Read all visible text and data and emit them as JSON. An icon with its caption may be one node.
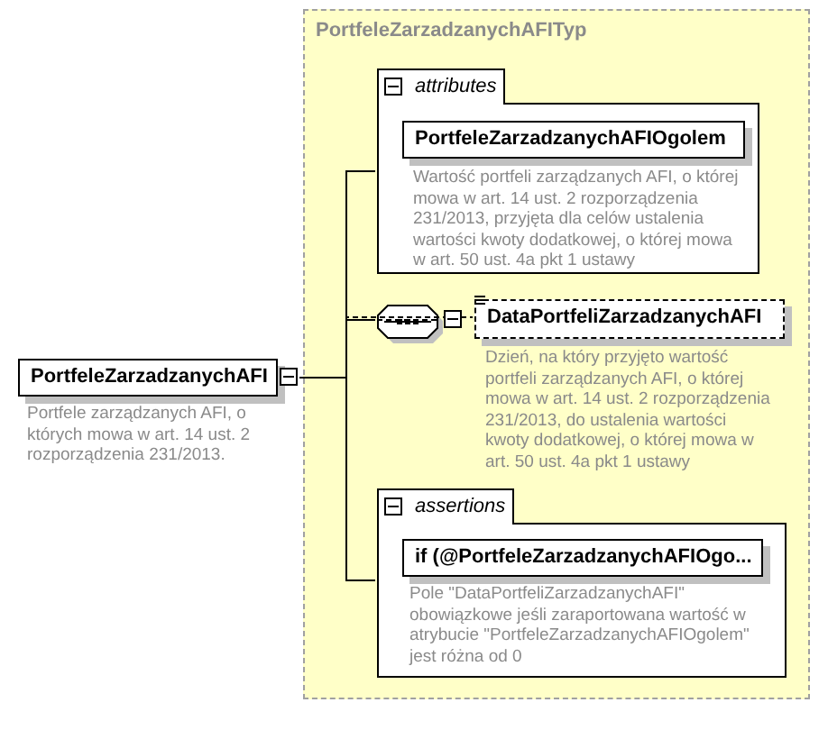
{
  "diagram": {
    "nodes": [
      {
        "text": [
          "PortfeleZarzadzanychAFI"
        ],
        "beside": [
          "Portfele zarządzanych AFI, o których mowa w art. 14 ust. 2 rozporządzenia 231/2013."
        ]
      },
      {
        "text": [
          "PortfeleZarzadzanychAFITyp"
        ]
      },
      {
        "text": [
          "attributes"
        ],
        "in": 1
      },
      {
        "text": [
          "PortfeleZarzadzanychAFIOgolem"
        ],
        "in": 2,
        "beside": [
          "Wartość portfeli zarządzanych AFI, o której mowa w art. 14 ust. 2 rozporządzenia 231/2013, przyjęta dla celów ustalenia wartości kwoty dodatkowej, o której mowa w art. 50 ust. 4a pkt 1 ustawy"
        ]
      },
      {
        "text": [],
        "shape": "octagon",
        "in": 1
      },
      {
        "text": [
          "DataPortfeliZarzadzanychAFI"
        ],
        "in": 1,
        "beside": [
          "Dzień, na który przyjęto wartość portfeli zarządzanych AFI, o której mowa w art. 14 ust. 2 rozporządzenia 231/2013, do ustalenia wartości kwoty dodatkowej, o której mowa w art. 50 ust. 4a pkt 1 ustawy"
        ]
      },
      {
        "text": [
          "assertions"
        ],
        "in": 1
      },
      {
        "text": [
          "if (@PortfeleZarzadzanychAFIOgo..."
        ],
        "in": 6,
        "beside": [
          "Pole \"DataPortfeliZarzadzanychAFI\" obowiązkowe jeśli zaraportowana wartość w atrybucie \"PortfeleZarzadzanychAFIOgolem\" jest różna od 0"
        ]
      }
    ],
    "edges": [
      {
        "from": 0,
        "to": 2,
        "arrow": "none"
      },
      {
        "from": 0,
        "to": 4,
        "arrow": "none"
      },
      {
        "from": 0,
        "to": 6,
        "arrow": "none"
      },
      {
        "from": 4,
        "to": 5,
        "arrow": "none",
        "style": "dashed"
      }
    ]
  }
}
